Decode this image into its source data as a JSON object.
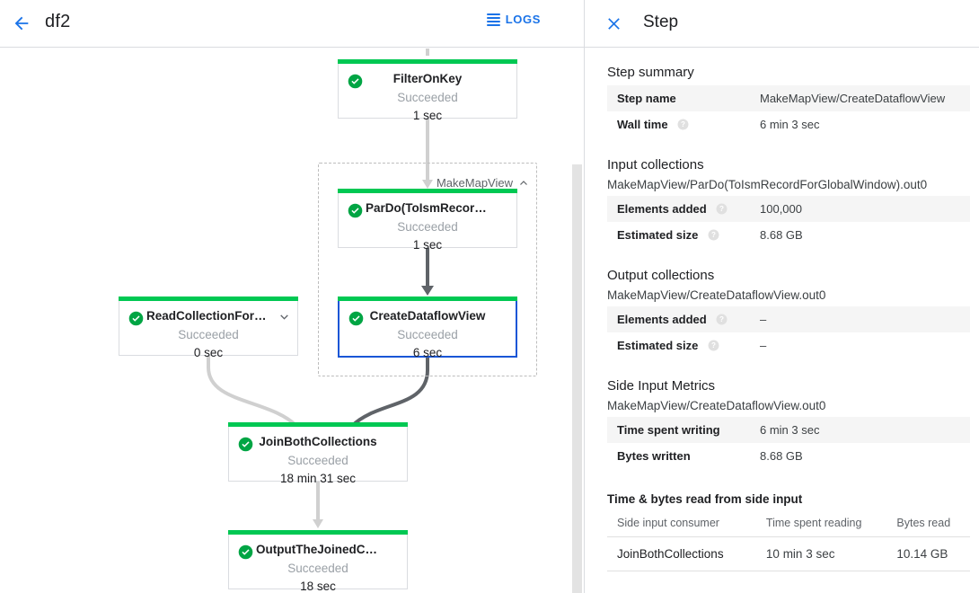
{
  "header": {
    "back_icon": "arrow-left-icon",
    "job_title": "df2",
    "logs_label": "LOGS",
    "logs_icon": "list-icon"
  },
  "graph": {
    "group": {
      "label": "MakeMapView",
      "collapse_icon": "chevron-up-icon"
    },
    "nodes": [
      {
        "id": "filter-on-key",
        "name": "FilterOnKey",
        "status": "Succeeded",
        "time": "1 sec",
        "status_icon": "check-circle-icon",
        "selected": false,
        "has_chevron": false
      },
      {
        "id": "pardo-toismrecordfor",
        "name": "ParDo(ToIsmRecordFor…",
        "status": "Succeeded",
        "time": "1 sec",
        "status_icon": "check-circle-icon",
        "selected": false,
        "has_chevron": false
      },
      {
        "id": "create-dataflow-view",
        "name": "CreateDataflowView",
        "status": "Succeeded",
        "time": "6 sec",
        "status_icon": "check-circle-icon",
        "selected": true,
        "has_chevron": false
      },
      {
        "id": "read-collection-for-join",
        "name": "ReadCollectionForJoin",
        "status": "Succeeded",
        "time": "0 sec",
        "status_icon": "check-circle-icon",
        "selected": false,
        "has_chevron": true,
        "chevron_icon": "chevron-down-icon"
      },
      {
        "id": "join-both-collections",
        "name": "JoinBothCollections",
        "status": "Succeeded",
        "time": "18 min 31 sec",
        "status_icon": "check-circle-icon",
        "selected": false,
        "has_chevron": false
      },
      {
        "id": "output-the-joined-collec",
        "name": "OutputTheJoinedCollec…",
        "status": "Succeeded",
        "time": "18 sec",
        "status_icon": "check-circle-icon",
        "selected": false,
        "has_chevron": false
      }
    ],
    "scrollbar_present": true
  },
  "panel": {
    "close_icon": "close-icon",
    "title": "Step",
    "step_summary": {
      "heading": "Step summary",
      "rows": [
        {
          "key": "Step name",
          "value": "MakeMapView/CreateDataflowView",
          "help": false
        },
        {
          "key": "Wall time",
          "value": "6 min 3 sec",
          "help": true
        }
      ]
    },
    "input_collections": {
      "heading": "Input collections",
      "collection": "MakeMapView/ParDo(ToIsmRecordForGlobalWindow).out0",
      "rows": [
        {
          "key": "Elements added",
          "value": "100,000",
          "help": true
        },
        {
          "key": "Estimated size",
          "value": "8.68 GB",
          "help": true
        }
      ]
    },
    "output_collections": {
      "heading": "Output collections",
      "collection": "MakeMapView/CreateDataflowView.out0",
      "rows": [
        {
          "key": "Elements added",
          "value": "–",
          "help": true
        },
        {
          "key": "Estimated size",
          "value": "–",
          "help": true
        }
      ]
    },
    "side_input_metrics": {
      "heading": "Side Input Metrics",
      "collection": "MakeMapView/CreateDataflowView.out0",
      "rows": [
        {
          "key": "Time spent writing",
          "value": "6 min 3 sec",
          "help": false
        },
        {
          "key": "Bytes written",
          "value": "8.68 GB",
          "help": false
        }
      ]
    },
    "side_input_table": {
      "heading": "Time & bytes read from side input",
      "columns": [
        "Side input consumer",
        "Time spent reading",
        "Bytes read"
      ],
      "rows": [
        [
          "JoinBothCollections",
          "10 min 3 sec",
          "10.14 GB"
        ]
      ]
    }
  },
  "colors": {
    "accent_blue": "#1a73e8",
    "selected_border": "#1a56d6",
    "success_green": "#00c853",
    "edge_light": "#d0d0d0",
    "edge_dark": "#5f6368",
    "divider": "#dadce0",
    "row_alt": "#f5f5f5"
  }
}
